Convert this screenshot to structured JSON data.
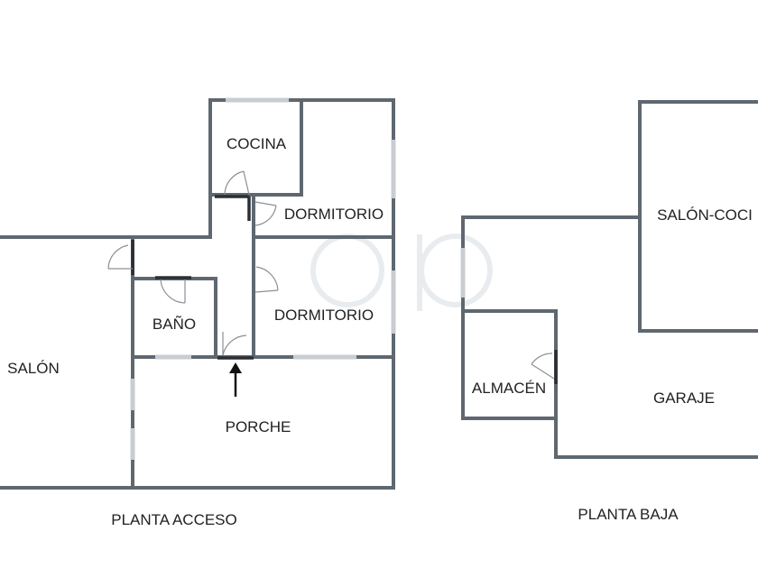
{
  "plans": [
    {
      "caption": "PLANTA ACCESO",
      "rooms": {
        "cocina": "COCINA",
        "dormitorio_1": "DORMITORIO",
        "dormitorio_2": "DORMITORIO",
        "bano": "BAÑO",
        "salon": "SALÓN",
        "porche": "PORCHE"
      }
    },
    {
      "caption": "PLANTA BAJA",
      "rooms": {
        "salon_cocina": "SALÓN-COCI",
        "almacen": "ALMACÉN",
        "garaje": "GARAJE"
      }
    }
  ],
  "colors": {
    "wall": "#5f6870",
    "window": "#c9cdd1",
    "door": "#2b2f33",
    "text": "#222222"
  },
  "icons": [
    "entrance-arrow-icon",
    "door-icon",
    "watermark-logo-icon"
  ]
}
